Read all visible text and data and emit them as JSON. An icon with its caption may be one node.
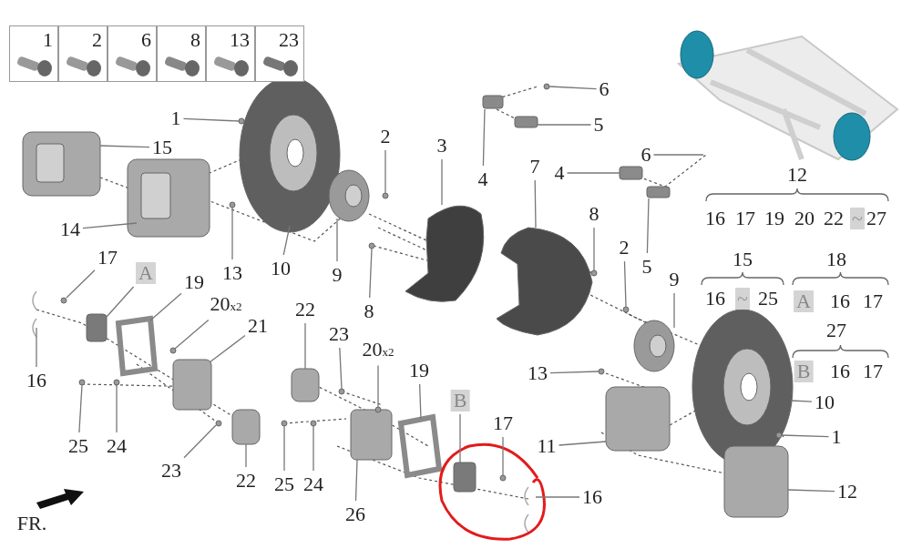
{
  "diagram": {
    "nodes": [
      {
        "text": [
          "1"
        ]
      },
      {
        "text": [
          "15"
        ]
      },
      {
        "text": [
          "14"
        ]
      },
      {
        "text": [
          "13"
        ]
      },
      {
        "text": [
          "10"
        ]
      },
      {
        "text": [
          "2"
        ]
      },
      {
        "text": [
          "3"
        ]
      },
      {
        "text": [
          "9"
        ]
      },
      {
        "text": [
          "8"
        ]
      },
      {
        "text": [
          "4"
        ]
      },
      {
        "text": [
          "6"
        ]
      },
      {
        "text": [
          "5"
        ]
      },
      {
        "text": [
          "7"
        ]
      },
      {
        "text": [
          "4"
        ]
      },
      {
        "text": [
          "6"
        ]
      },
      {
        "text": [
          "8"
        ]
      },
      {
        "text": [
          "5"
        ]
      },
      {
        "text": [
          "2"
        ]
      },
      {
        "text": [
          "9"
        ]
      },
      {
        "text": [
          "13"
        ]
      },
      {
        "text": [
          "10"
        ]
      },
      {
        "text": [
          "11"
        ]
      },
      {
        "text": [
          "1"
        ]
      },
      {
        "text": [
          "12"
        ]
      },
      {
        "text": [
          "16"
        ]
      },
      {
        "text": [
          "17"
        ]
      },
      {
        "text": [
          "B"
        ]
      },
      {
        "text": [
          "26"
        ]
      },
      {
        "text": [
          "19"
        ]
      },
      {
        "text": [
          "20$_{x2}$"
        ]
      },
      {
        "text": [
          "23"
        ]
      },
      {
        "text": [
          "22"
        ]
      },
      {
        "text": [
          "25"
        ]
      },
      {
        "text": [
          "24"
        ]
      },
      {
        "text": [
          "22"
        ]
      },
      {
        "text": [
          "23"
        ]
      },
      {
        "text": [
          "25"
        ]
      },
      {
        "text": [
          "24"
        ]
      },
      {
        "text": [
          "16"
        ]
      },
      {
        "text": [
          "17"
        ]
      },
      {
        "text": [
          "A"
        ]
      },
      {
        "text": [
          "19"
        ]
      },
      {
        "text": [
          "20$_{x2}$"
        ]
      },
      {
        "text": [
          "21"
        ]
      },
      {
        "text": [
          "A"
        ]
      },
      {
        "text": [
          "B"
        ]
      }
    ],
    "edges": [
      {
        "from": 0,
        "to": null,
        "arrow": "none"
      },
      {
        "from": 1,
        "to": null,
        "arrow": "none"
      },
      {
        "from": 2,
        "to": null,
        "arrow": "none"
      },
      {
        "from": 3,
        "to": null,
        "arrow": "none"
      },
      {
        "from": 4,
        "to": null,
        "arrow": "none"
      },
      {
        "from": 5,
        "to": null,
        "arrow": "none"
      },
      {
        "from": 6,
        "to": null,
        "arrow": "none"
      },
      {
        "from": 7,
        "to": null,
        "arrow": "none"
      },
      {
        "from": 8,
        "to": null,
        "arrow": "none"
      },
      {
        "from": 9,
        "to": null,
        "arrow": "none"
      },
      {
        "from": 10,
        "to": null,
        "arrow": "none"
      },
      {
        "from": 11,
        "to": null,
        "arrow": "none"
      },
      {
        "from": 12,
        "to": null,
        "arrow": "none"
      },
      {
        "from": 13,
        "to": null,
        "arrow": "none"
      },
      {
        "from": 14,
        "to": null,
        "arrow": "none"
      },
      {
        "from": 15,
        "to": null,
        "arrow": "none"
      },
      {
        "from": 16,
        "to": null,
        "arrow": "none"
      },
      {
        "from": 17,
        "to": null,
        "arrow": "none"
      },
      {
        "from": 18,
        "to": null,
        "arrow": "none"
      },
      {
        "from": 19,
        "to": null,
        "arrow": "none"
      },
      {
        "from": 20,
        "to": null,
        "arrow": "none"
      },
      {
        "from": 21,
        "to": null,
        "arrow": "none"
      },
      {
        "from": 22,
        "to": null,
        "arrow": "none"
      },
      {
        "from": 23,
        "to": null,
        "arrow": "none"
      },
      {
        "from": 24,
        "to": null,
        "arrow": "none"
      },
      {
        "from": 25,
        "to": null,
        "arrow": "none"
      },
      {
        "from": 26,
        "to": null,
        "arrow": "none"
      },
      {
        "from": 27,
        "to": null,
        "arrow": "none"
      },
      {
        "from": 28,
        "to": null,
        "arrow": "none"
      },
      {
        "from": 29,
        "to": null,
        "arrow": "none"
      },
      {
        "from": 30,
        "to": null,
        "arrow": "none"
      },
      {
        "from": 31,
        "to": null,
        "arrow": "none"
      },
      {
        "from": 32,
        "to": null,
        "arrow": "none"
      },
      {
        "from": 33,
        "to": null,
        "arrow": "none"
      },
      {
        "from": 34,
        "to": null,
        "arrow": "none"
      },
      {
        "from": 35,
        "to": null,
        "arrow": "none"
      },
      {
        "from": 36,
        "to": null,
        "arrow": "none"
      },
      {
        "from": 37,
        "to": null,
        "arrow": "none"
      },
      {
        "from": 38,
        "to": null,
        "arrow": "none"
      },
      {
        "from": 39,
        "to": null,
        "arrow": "none"
      },
      {
        "from": 40,
        "to": null,
        "arrow": "none"
      },
      {
        "from": 41,
        "to": null,
        "arrow": "none"
      },
      {
        "from": 42,
        "to": null,
        "arrow": "none"
      },
      {
        "from": 43,
        "to": null,
        "arrow": "none"
      }
    ],
    "labels": [
      "1",
      "2",
      "6",
      "8",
      "13",
      "23",
      "12",
      "16",
      "17",
      "19",
      "20",
      "22",
      "~",
      "27",
      "15",
      "18",
      "16",
      "~",
      "25",
      "16",
      "17",
      "27",
      "16",
      "17",
      "FR."
    ]
  }
}
